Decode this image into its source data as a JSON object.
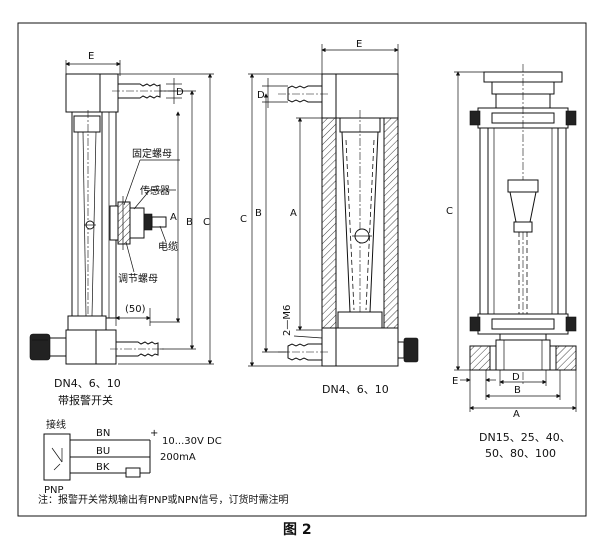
{
  "labels": {
    "left_fixed_nut": "固定螺母",
    "left_sensor": "传感器",
    "left_cable": "电缆",
    "left_adjust_nut": "调节螺母",
    "left_dim_50": "(50)"
  },
  "captions": {
    "left_line1": "DN4、6、10",
    "left_line2": "带报警开关",
    "middle": "DN4、6、10",
    "right_line1": "DN15、25、40、",
    "right_line2": "50、80、100"
  },
  "dims": {
    "E": "E",
    "D": "D",
    "C": "C",
    "B": "B",
    "A": "A",
    "thread": "2—M6"
  },
  "wiring": {
    "title": "接线",
    "bn": "BN",
    "bu": "BU",
    "bk": "BK",
    "pnp": "PNP",
    "plus": "+",
    "voltage": "10...30V DC",
    "current": "200mA"
  },
  "note": "注：报警开关常规输出有PNP或NPN信号，订货时需注明",
  "figure_title": "图 2"
}
